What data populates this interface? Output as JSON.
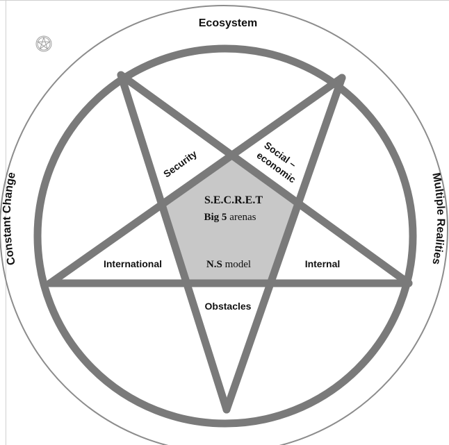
{
  "outer_ring": {
    "top": "Ecosystem",
    "left": "Constant Change",
    "right": "Multiple Realities"
  },
  "points": {
    "top_left": "Security",
    "top_right_line1": "Social –",
    "top_right_line2": "economic",
    "left": "International",
    "right": "Internal",
    "bottom": "Obstacles"
  },
  "center": {
    "line1": "S.E.C.R.E.T",
    "line2_bold": "Big 5",
    "line2_rest": " arenas",
    "line3_bold": "N.S",
    "line3_rest": " model"
  },
  "colors": {
    "stroke": "#7a7a7a",
    "center_fill": "#c8c8c8",
    "text": "#111111"
  },
  "icon": "pentagram-icon"
}
